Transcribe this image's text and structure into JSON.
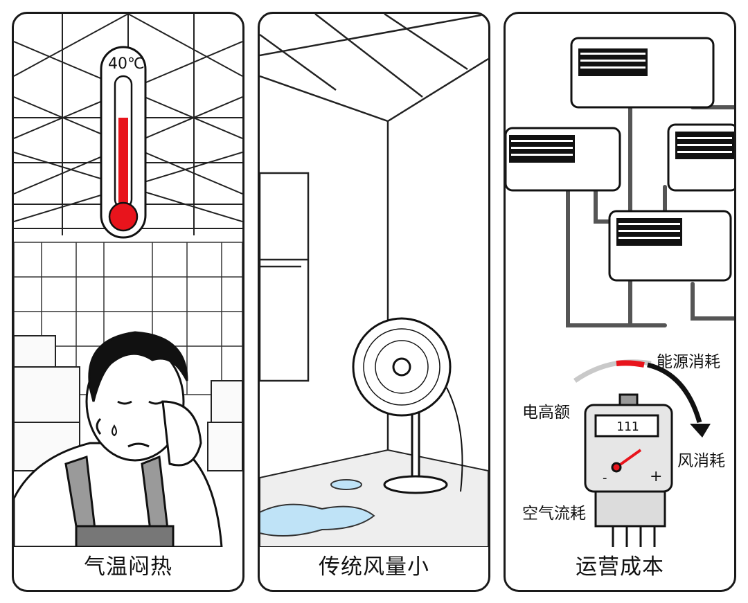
{
  "panels": [
    {
      "caption": "气温闷热",
      "thermometer_label": "40℃"
    },
    {
      "caption": "传统风量小"
    },
    {
      "caption": "运营成本",
      "labels": {
        "energy": "能源消耗",
        "electric": "电高额",
        "wind": "风消耗",
        "air": "空气流耗"
      },
      "meter_display": "111",
      "meter_minus": "-",
      "meter_plus": "+"
    }
  ],
  "colors": {
    "accent_red": "#e8141c",
    "water_blue": "#bfe3f7"
  }
}
